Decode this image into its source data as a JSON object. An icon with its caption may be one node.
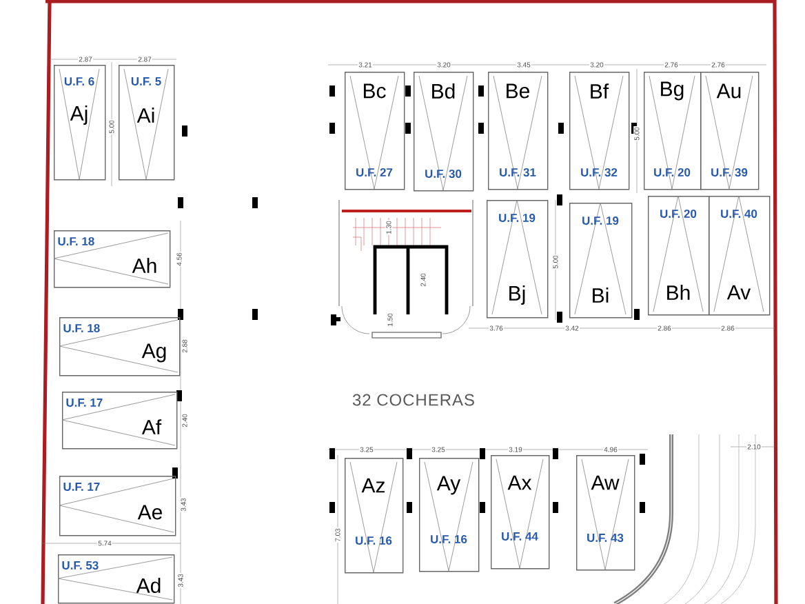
{
  "diagram": {
    "nodes": [
      {
        "text": [
          "U.F. 6",
          "Aj"
        ]
      },
      {
        "text": [
          "U.F. 5",
          "Ai"
        ]
      },
      {
        "text": [
          "Bc",
          "U.F. 27"
        ]
      },
      {
        "text": [
          "Bd",
          "U.F. 30"
        ]
      },
      {
        "text": [
          "Be",
          "U.F. 31"
        ]
      },
      {
        "text": [
          "Bf",
          "U.F. 32"
        ]
      },
      {
        "text": [
          "Bg",
          "U.F. 20"
        ]
      },
      {
        "text": [
          "Au",
          "U.F. 39"
        ]
      },
      {
        "text": [
          "U.F. 19",
          "Bj"
        ]
      },
      {
        "text": [
          "U.F. 19",
          "Bi"
        ]
      },
      {
        "text": [
          "U.F. 20",
          "Bh"
        ]
      },
      {
        "text": [
          "U.F. 40",
          "Av"
        ]
      },
      {
        "text": [
          "U.F. 18",
          "Ah"
        ]
      },
      {
        "text": [
          "U.F. 18",
          "Ag"
        ]
      },
      {
        "text": [
          "U.F. 17",
          "Af"
        ]
      },
      {
        "text": [
          "U.F. 17",
          "Ae"
        ]
      },
      {
        "text": [
          "U.F. 53",
          "Ad"
        ]
      },
      {
        "text": [
          "Az",
          "U.F. 16"
        ]
      },
      {
        "text": [
          "Ay",
          "U.F. 16"
        ]
      },
      {
        "text": [
          "Ax",
          "U.F. 44"
        ]
      },
      {
        "text": [
          "Aw",
          "U.F. 43"
        ]
      }
    ],
    "edges": [],
    "labels": [
      "2.87",
      "2.87",
      "5.00",
      "3.21",
      "3.20",
      "3.45",
      "3.20",
      "2.76",
      "2.76",
      "5.00",
      "1.30",
      "2.40",
      "1.50",
      "5.00",
      "3.76",
      "3.42",
      "2.86",
      "2.86",
      "4.56",
      "2.88",
      "2.40",
      "3.43",
      "5.74",
      "3.43",
      "32 COCHERAS",
      "3.25",
      "3.25",
      "3.19",
      "4.96",
      "2.10",
      "7.03"
    ]
  }
}
